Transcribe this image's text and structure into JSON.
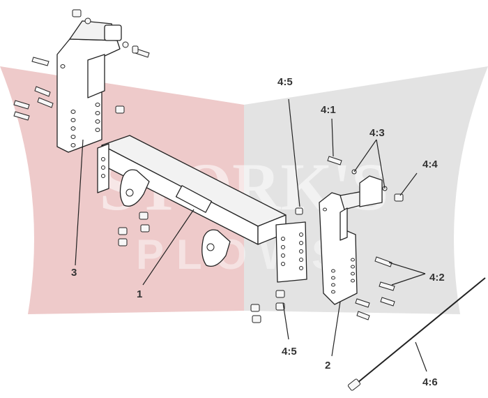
{
  "watermark": {
    "brand": "STORK'S",
    "subtitle": "PLOWS",
    "colors": {
      "left_panel": "#e8b8b8",
      "right_panel": "#dcdcdc",
      "text": "#ffffff"
    }
  },
  "callouts": {
    "part_1": "1",
    "part_2": "2",
    "part_3": "3",
    "item_4_1": "4:1",
    "item_4_2": "4:2",
    "item_4_3": "4:3",
    "item_4_4": "4:4",
    "item_4_5_top": "4:5",
    "item_4_5_bottom": "4:5",
    "item_4_6": "4:6"
  }
}
